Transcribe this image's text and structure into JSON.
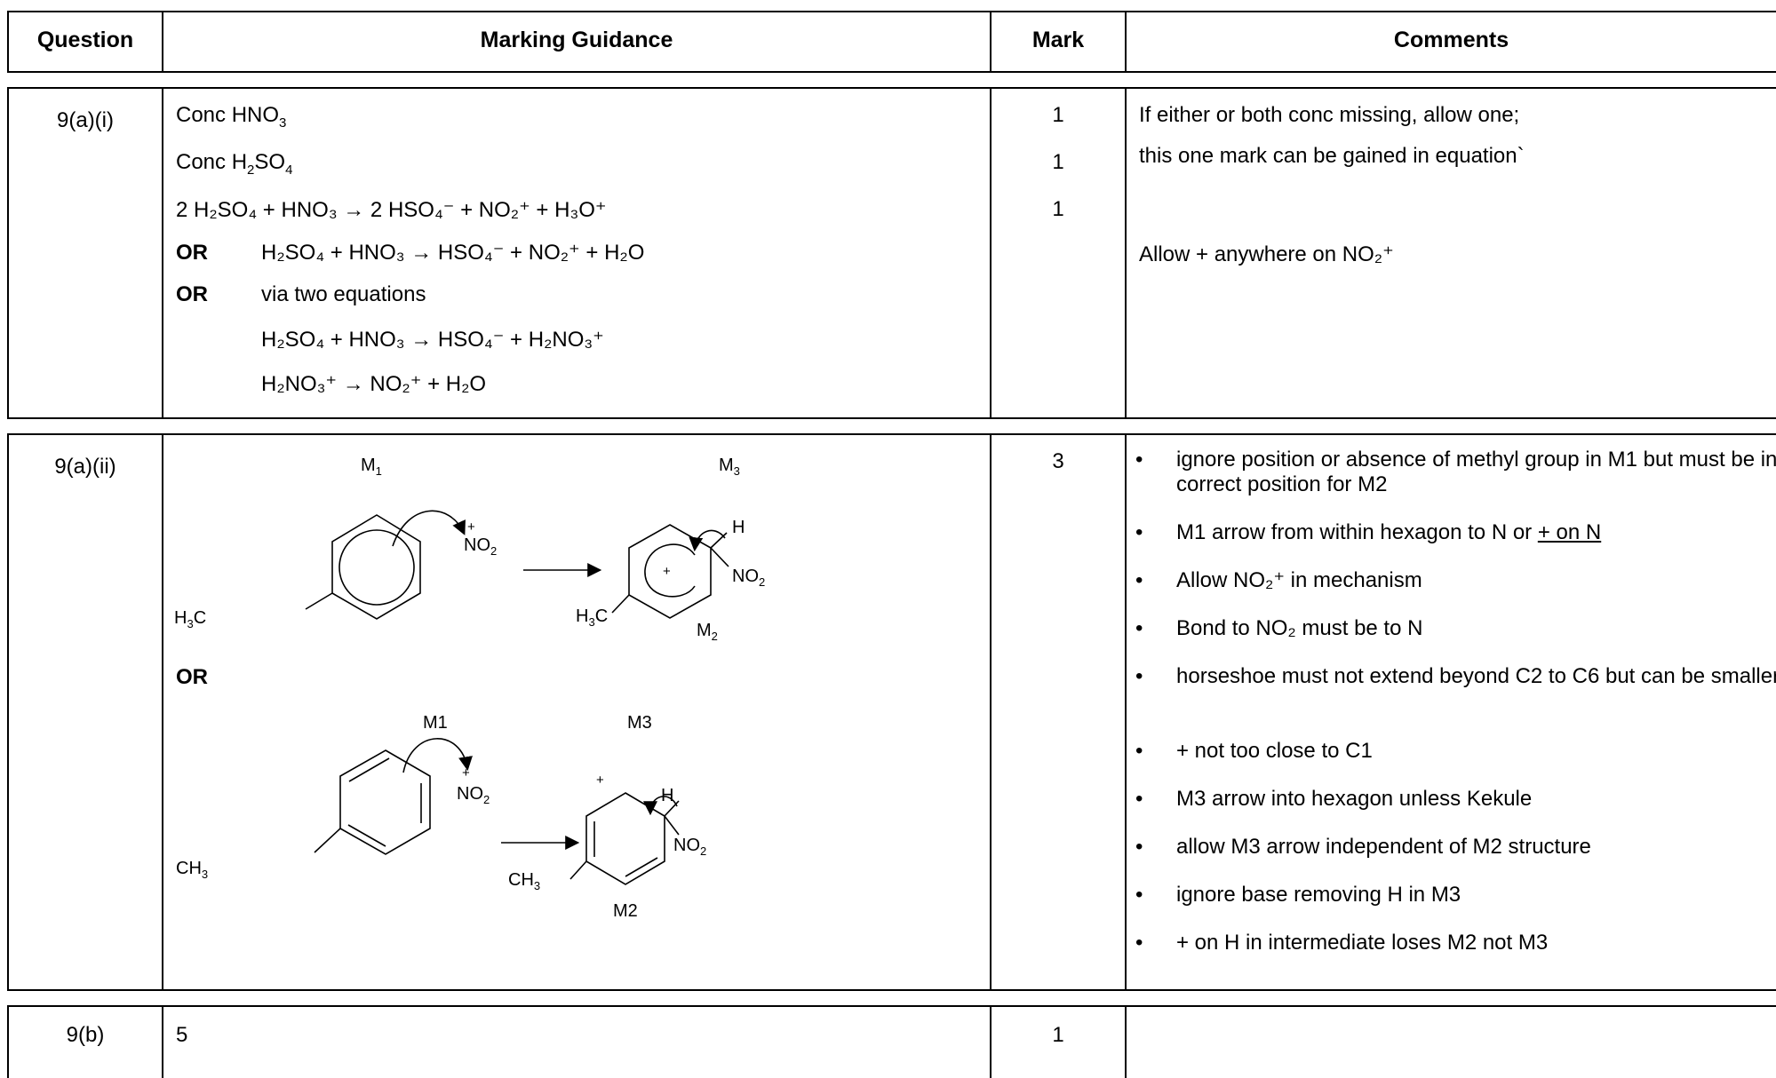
{
  "headers": {
    "question": "Question",
    "guidance": "Marking Guidance",
    "mark": "Mark",
    "comments": "Comments"
  },
  "row1": {
    "question": "9(a)(i)",
    "guidance": {
      "l1_pre": "Conc HNO",
      "l1_sub": "3",
      "l2_pre": "Conc H",
      "l2_sub": "2",
      "l2_post": "SO",
      "l2_sub2": "4",
      "eq1": "2 H₂SO₄ + HNO₃ → 2 HSO₄⁻ + NO₂⁺ + H₃O⁺",
      "or_label": "OR",
      "eq2": "H₂SO₄ + HNO₃ →  HSO₄⁻ + NO₂⁺ + H₂O",
      "eq3": "via two equations",
      "eq4": "H₂SO₄ + HNO₃ →  HSO₄⁻ + H₂NO₃⁺",
      "eq5": "H₂NO₃⁺ →  NO₂⁺ + H₂O"
    },
    "marks": [
      "1",
      "1",
      "1"
    ],
    "comments": {
      "c1": "If either or both conc missing, allow one;",
      "c2": "this one mark can be gained in equation`",
      "c3": "Allow + anywhere on NO₂⁺"
    }
  },
  "row2": {
    "question": "9(a)(ii)",
    "mark": "3",
    "or_label": "OR",
    "labels": {
      "m1": "M1",
      "m2": "M2",
      "m3": "M3",
      "h3c": "H3C",
      "ch3": "CH3",
      "no2": "NO2",
      "h": "H",
      "plus": "+"
    },
    "bullets": [
      "ignore position or absence of methyl group in M1 but must be in correct position for M2",
      "M1 arrow from within hexagon to N or ",
      "Allow NO₂⁺ in mechanism",
      "Bond to NO₂ must be to N",
      "horseshoe must not extend beyond C2 to C6 but can be smaller",
      "+ not too close to C1",
      "M3 arrow into hexagon unless Kekule",
      "allow M3 arrow independent of M2 structure",
      "ignore base removing H in M3",
      "+ on H in intermediate loses M2 not M3"
    ],
    "bullet2_underlined": "+ on N",
    "bullet_char": "•"
  },
  "row3": {
    "question": "9(b)",
    "guidance": "5",
    "mark": "1"
  }
}
